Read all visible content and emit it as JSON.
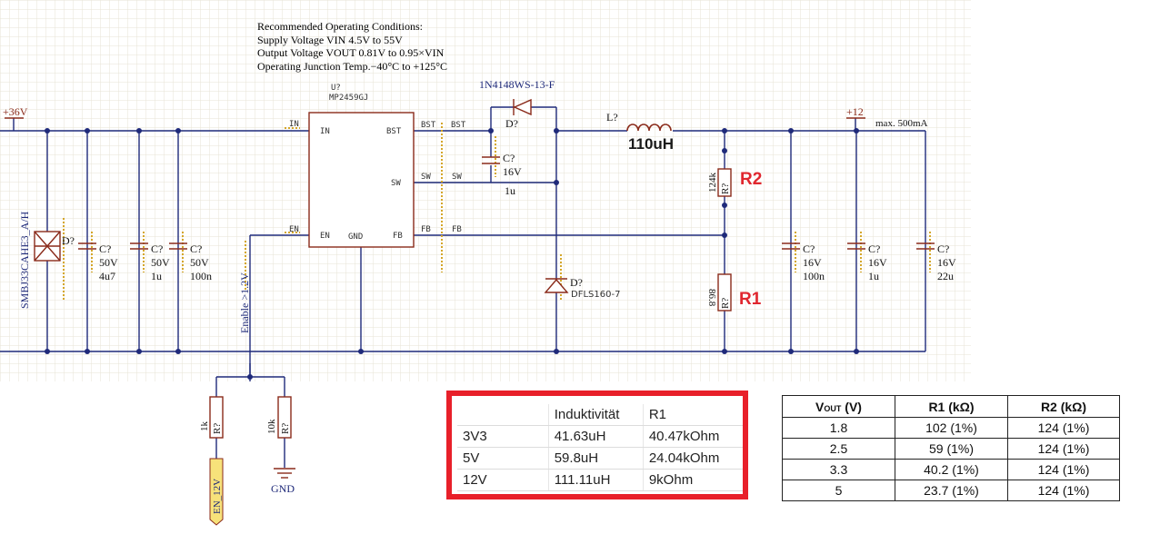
{
  "notes": {
    "title": "Recommended Operating Conditions:",
    "line1": "Supply Voltage VIN 4.5V to 55V",
    "line2": "Output Voltage VOUT 0.81V to 0.95×VIN",
    "line3": "Operating Junction Temp.−40°C to +125°C"
  },
  "schematic": {
    "ic_ref": "U?",
    "ic_part": "MP2459GJ",
    "pins": {
      "in": "IN",
      "bst": "BST",
      "sw": "SW",
      "en": "EN",
      "gnd": "GND",
      "fb": "FB"
    },
    "nets": {
      "in": "IN",
      "bst": "BST",
      "sw": "SW",
      "en": "EN",
      "fb": "FB"
    },
    "power_in": "+36V",
    "power_out": "+12",
    "max_current": "max. 500mA",
    "tvs": {
      "part": "SMBJ33CAHE3_A/H",
      "ref": "D?"
    },
    "cin": [
      {
        "ref": "C?",
        "voltage": "50V",
        "value": "4u7"
      },
      {
        "ref": "C?",
        "voltage": "50V",
        "value": "1u"
      },
      {
        "ref": "C?",
        "voltage": "50V",
        "value": "100n"
      }
    ],
    "boot_diode": {
      "part": "1N4148WS-13-F",
      "ref": "D?"
    },
    "boot_cap": {
      "ref": "C?",
      "voltage": "16V",
      "value": "1u"
    },
    "inductor": {
      "ref": "L?",
      "value": "110uH"
    },
    "schottky": {
      "ref": "D?",
      "part": "DFLS160-7"
    },
    "r2": {
      "ref": "R?",
      "value": "124k",
      "callout": "R2"
    },
    "r1": {
      "ref": "R?",
      "value": "86.8",
      "callout": "R1"
    },
    "cout": [
      {
        "ref": "C?",
        "voltage": "16V",
        "value": "100n"
      },
      {
        "ref": "C?",
        "voltage": "16V",
        "value": "1u"
      },
      {
        "ref": "C?",
        "voltage": "16V",
        "value": "22u"
      }
    ],
    "enable_label": "Enable >1.2V",
    "en_r_top": {
      "ref": "R?",
      "value": "1k"
    },
    "en_r_bottom": {
      "ref": "R?",
      "value": "10k"
    },
    "en_port": "EN_12V",
    "gnd_label": "GND"
  },
  "inductance_table": {
    "headers": [
      "",
      "Induktivität",
      "R1"
    ],
    "rows": [
      [
        "3V3",
        "41.63uH",
        "40.47kOhm"
      ],
      [
        "5V",
        "59.8uH",
        "24.04kOhm"
      ],
      [
        "12V",
        "111.11uH",
        "9kOhm"
      ]
    ]
  },
  "divider_table": {
    "headers": {
      "vout_main": "V",
      "vout_sub": "OUT",
      "vout_unit": " (V)",
      "r1": "R1 (kΩ)",
      "r2": "R2 (kΩ)"
    },
    "rows": [
      [
        "1.8",
        "102 (1%)",
        "124 (1%)"
      ],
      [
        "2.5",
        "59 (1%)",
        "124 (1%)"
      ],
      [
        "3.3",
        "40.2 (1%)",
        "124 (1%)"
      ],
      [
        "5",
        "23.7 (1%)",
        "124 (1%)"
      ]
    ]
  },
  "colors": {
    "wire": "#1f2a7a",
    "component": "#8a2a1a",
    "grid": "#e4e0d0",
    "red_frame": "#e8202a",
    "callout_red": "#e0262e",
    "hatch": "#d4a62a"
  }
}
